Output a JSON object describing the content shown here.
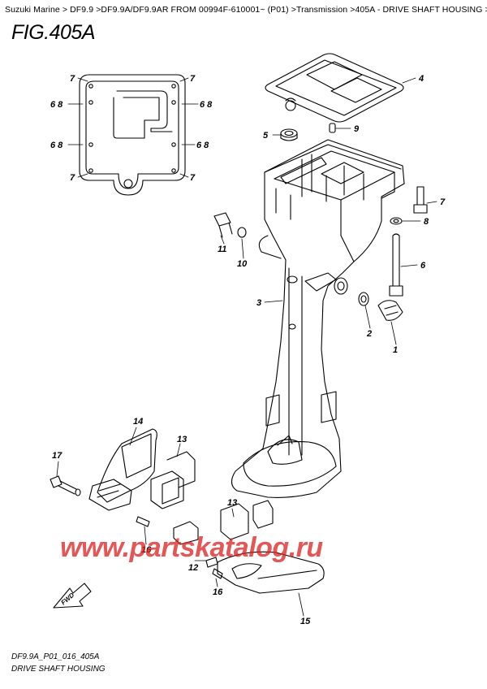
{
  "breadcrumb": "Suzuki Marine > DF9.9 >DF9.9A/DF9.9AR FROM 00994F-610001~ (P01) >Transmission >405A - DRIVE SHAFT HOUSING >",
  "figure": {
    "title": "FIG.405A"
  },
  "footer": {
    "code": "DF9.9A_P01_016_405A",
    "title": "DRIVE SHAFT HOUSING"
  },
  "watermark": "www.partskatalog.ru",
  "fwd_label": "FWD",
  "callouts": {
    "c1": "1",
    "c2": "2",
    "c3": "3",
    "c4": "4",
    "c5": "5",
    "c6": "6",
    "c7a": "7",
    "c7b": "7",
    "c7c": "7",
    "c7d": "7",
    "c7e": "7",
    "c68a": "6 8",
    "c68b": "6 8",
    "c68c": "6 8",
    "c68d": "6 8",
    "c8": "8",
    "c9": "9",
    "c10": "10",
    "c11": "11",
    "c12": "12",
    "c13a": "13",
    "c13b": "13",
    "c14": "14",
    "c15": "15",
    "c16a": "16",
    "c16b": "16",
    "c17": "17"
  },
  "colors": {
    "line": "#000000",
    "watermark": "#dc1e1e"
  }
}
